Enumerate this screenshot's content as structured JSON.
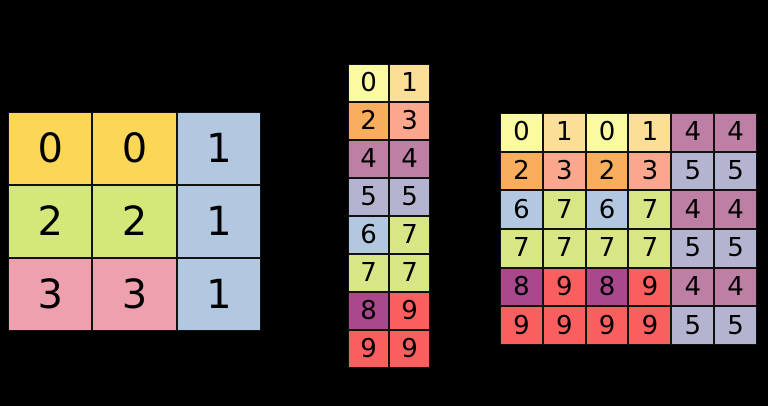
{
  "background": "#000000",
  "palette": {
    "0": "#fafaa0",
    "1": "#fcdf96",
    "2": "#f9ae5d",
    "3": "#fba78e",
    "4": "#bd7fa4",
    "5": "#b3b4d0",
    "6": "#b2c8e1",
    "7": "#d9e685",
    "8": "#a8498e",
    "9": "#fa5f5f"
  },
  "chart_data": {
    "type": "heatmap",
    "title": "",
    "xlabel": "",
    "ylabel": "",
    "grids": [
      {
        "name": "grid-a",
        "id": "grid-a",
        "rows": 3,
        "cols": 3,
        "values": [
          [
            0,
            0,
            1
          ],
          [
            2,
            2,
            1
          ],
          [
            3,
            3,
            1
          ]
        ],
        "colors": [
          [
            "#fcd757",
            "#fcd757",
            "#b2c8e1"
          ],
          [
            "#d3e878",
            "#d3e878",
            "#b2c8e1"
          ],
          [
            "#eda0ae",
            "#eda0ae",
            "#b2c8e1"
          ]
        ]
      },
      {
        "name": "grid-b",
        "id": "grid-b",
        "rows": 8,
        "cols": 2,
        "values": [
          [
            0,
            1
          ],
          [
            2,
            3
          ],
          [
            4,
            4
          ],
          [
            5,
            5
          ],
          [
            6,
            7
          ],
          [
            7,
            7
          ],
          [
            8,
            9
          ],
          [
            9,
            9
          ]
        ],
        "colors": [
          [
            "#fafaa0",
            "#fcdf96"
          ],
          [
            "#f9ae5d",
            "#fba78e"
          ],
          [
            "#bd7fa4",
            "#bd7fa4"
          ],
          [
            "#b3b4d0",
            "#b3b4d0"
          ],
          [
            "#b2c8e1",
            "#d9e685"
          ],
          [
            "#d9e685",
            "#d9e685"
          ],
          [
            "#a8498e",
            "#fa5f5f"
          ],
          [
            "#fa5f5f",
            "#fa5f5f"
          ]
        ]
      },
      {
        "name": "grid-c",
        "id": "grid-c",
        "rows": 6,
        "cols": 6,
        "values": [
          [
            0,
            1,
            0,
            1,
            4,
            4
          ],
          [
            2,
            3,
            2,
            3,
            5,
            5
          ],
          [
            6,
            7,
            6,
            7,
            4,
            4
          ],
          [
            7,
            7,
            7,
            7,
            5,
            5
          ],
          [
            8,
            9,
            8,
            9,
            4,
            4
          ],
          [
            9,
            9,
            9,
            9,
            5,
            5
          ]
        ],
        "colors": [
          [
            "#fafaa0",
            "#fcdf96",
            "#fafaa0",
            "#fcdf96",
            "#bd7fa4",
            "#bd7fa4"
          ],
          [
            "#f9ae5d",
            "#fba78e",
            "#f9ae5d",
            "#fba78e",
            "#b3b4d0",
            "#b3b4d0"
          ],
          [
            "#b2c8e1",
            "#d9e685",
            "#b2c8e1",
            "#d9e685",
            "#bd7fa4",
            "#bd7fa4"
          ],
          [
            "#d9e685",
            "#d9e685",
            "#d9e685",
            "#d9e685",
            "#b3b4d0",
            "#b3b4d0"
          ],
          [
            "#a8498e",
            "#fa5f5f",
            "#a8498e",
            "#fa5f5f",
            "#bd7fa4",
            "#bd7fa4"
          ],
          [
            "#fa5f5f",
            "#fa5f5f",
            "#fa5f5f",
            "#fa5f5f",
            "#b3b4d0",
            "#b3b4d0"
          ]
        ]
      }
    ]
  }
}
